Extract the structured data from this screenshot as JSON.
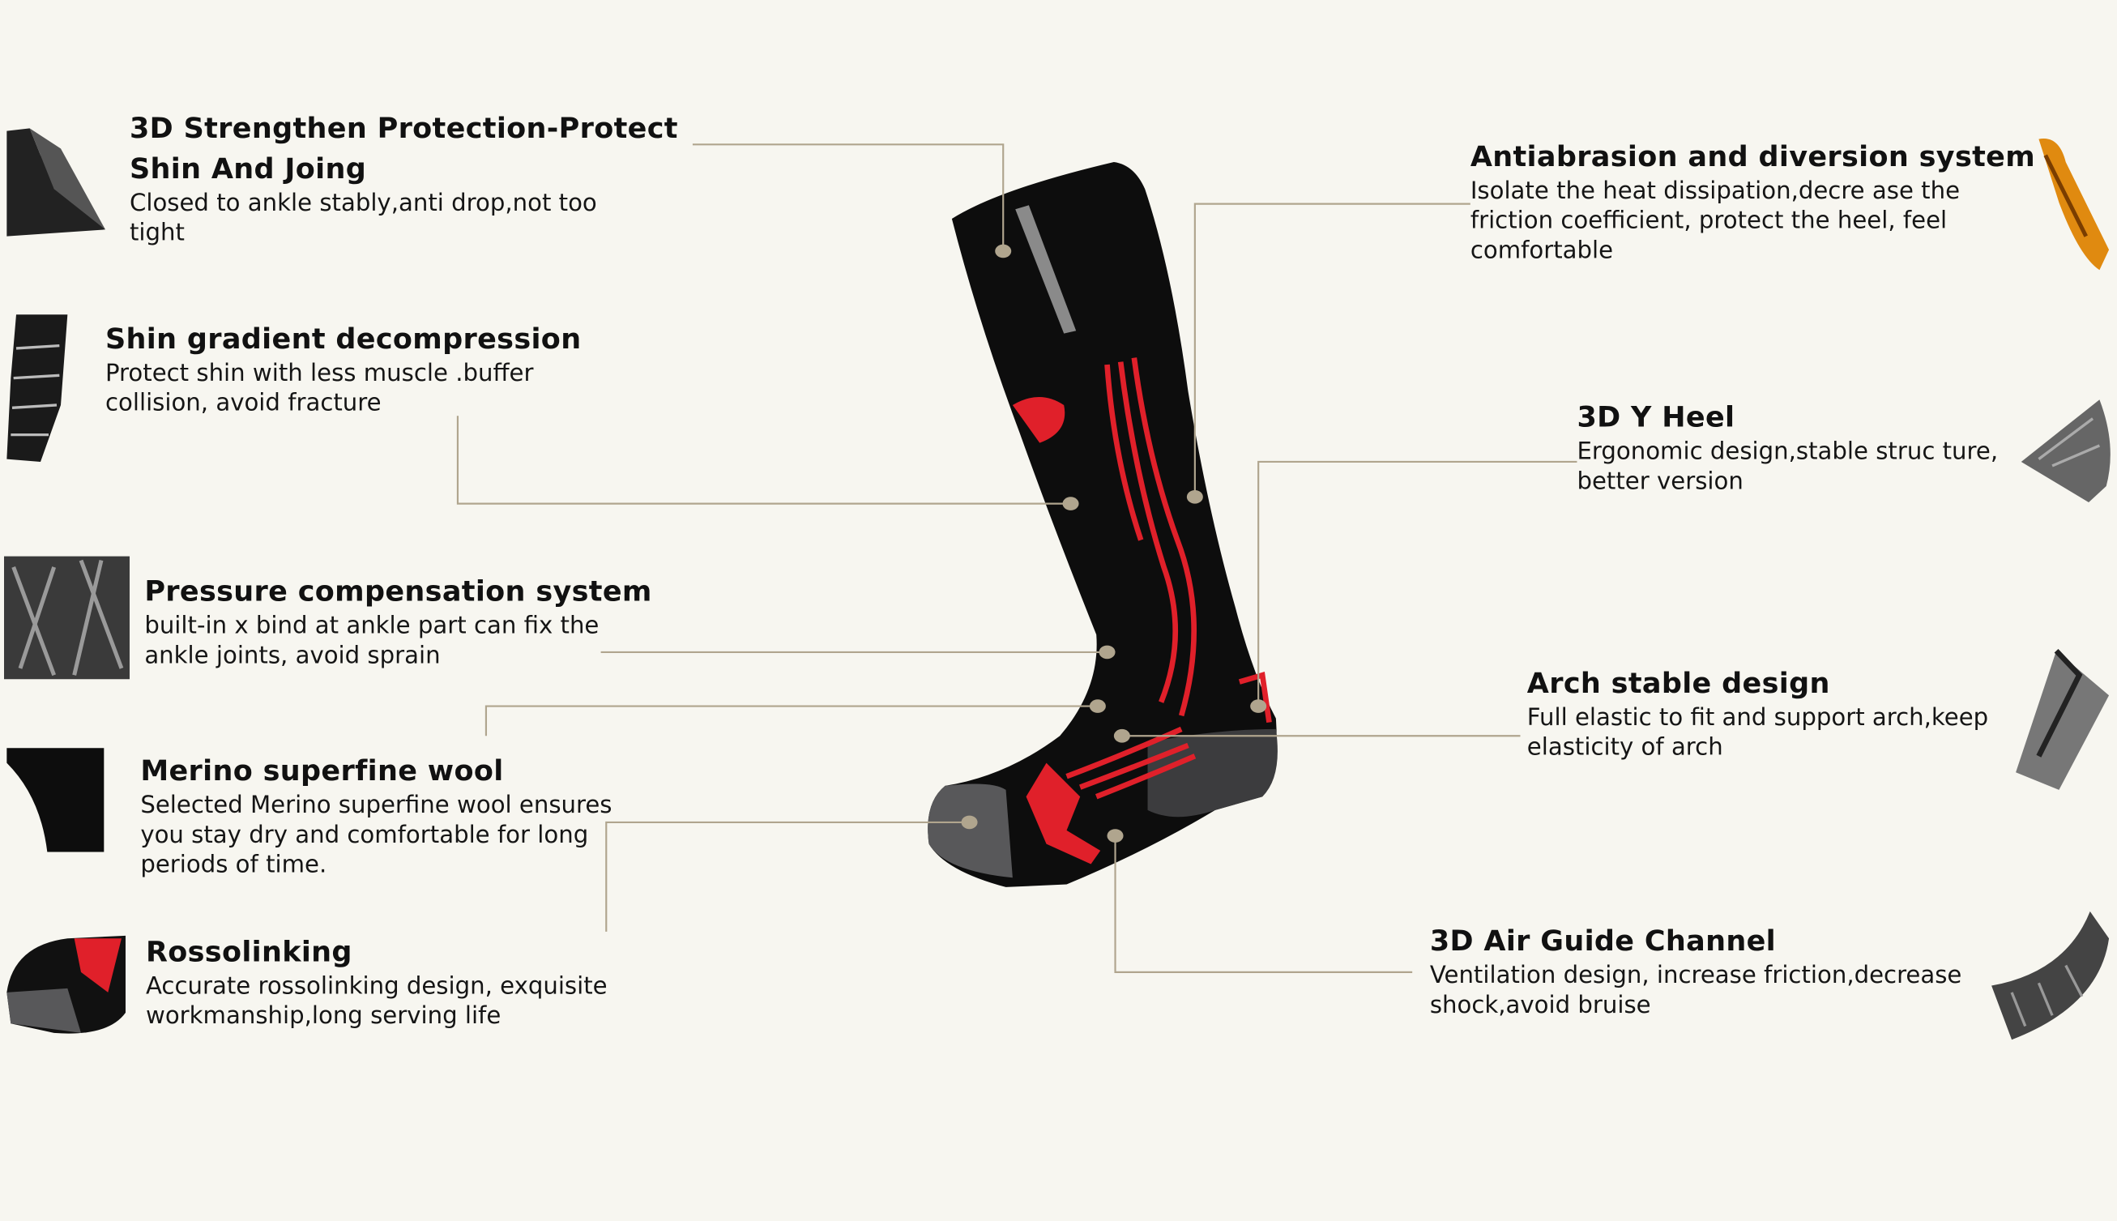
{
  "features_left": [
    {
      "title": "3D Strengthen Protection-Protect Shin And Joing",
      "desc": "Closed to ankle stably,anti drop,not too tight",
      "icon": "shin-guard-icon"
    },
    {
      "title": "Shin gradient decompression",
      "desc": "Protect shin with less muscle .buffer collision, avoid fracture",
      "icon": "gradient-panel-icon"
    },
    {
      "title": "Pressure compensation system",
      "desc": "built-in x bind at ankle part can fix the ankle joints, avoid sprain",
      "icon": "x-bind-icon"
    },
    {
      "title": "Merino superfine wool",
      "desc": "Selected Merino superfine wool ensures you stay dry and comfortable for long periods of time.",
      "icon": "wool-swatch-icon"
    },
    {
      "title": "Rossolinking",
      "desc": "Accurate rossolinking design, exquisite workmanship,long serving life",
      "icon": "toe-seam-icon"
    }
  ],
  "features_right": [
    {
      "title": "Antiabrasion and diversion system",
      "desc": "Isolate the heat dissipation,decre ase the friction coefficient, protect the heel, feel comfortable",
      "icon": "heat-strip-icon"
    },
    {
      "title": "3D Y Heel",
      "desc": "Ergonomic design,stable struc ture, better version",
      "icon": "y-heel-icon"
    },
    {
      "title": "Arch stable design",
      "desc": "Full elastic to fit and support arch,keep elasticity of arch",
      "icon": "arch-band-icon"
    },
    {
      "title": "3D Air Guide Channel",
      "desc": "Ventilation design, increase friction,decrease shock,avoid bruise",
      "icon": "air-channel-icon"
    }
  ],
  "colors": {
    "background": "#f7f6f0",
    "leader": "#b0a58e",
    "sock": "#0d0d0d",
    "accent": "#e0202a",
    "grey": "#58585a"
  }
}
